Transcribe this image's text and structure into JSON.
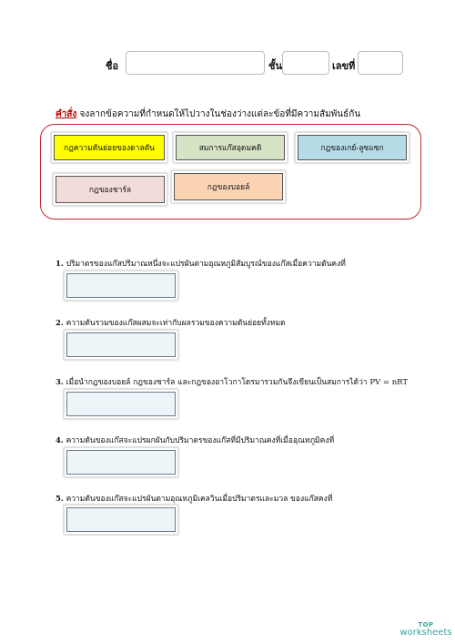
{
  "header": {
    "name_label": "ชื่อ",
    "class_label": "ชั้น",
    "number_label": "เลขที่",
    "name_value": "",
    "class_value": "",
    "number_value": ""
  },
  "instructions": {
    "keyword": "คำสั่ง",
    "text": "จงลากข้อความที่กำหนดให้ไปวางในช่องว่างแต่ละข้อที่มีความสัมพันธ์กัน"
  },
  "options": [
    {
      "label": "กฎความดันย่อยของดาลตัน",
      "color": "#ffff00"
    },
    {
      "label": "สมการแก๊สอุดมคติ",
      "color": "#d6e3c4"
    },
    {
      "label": "กฎของเกย์-ลูซแซก",
      "color": "#b4dbe6"
    },
    {
      "label": "กฎของชาร์ล",
      "color": "#f2dbdb"
    },
    {
      "label": "กฎของบอยล์",
      "color": "#fbd4b4"
    }
  ],
  "questions": [
    {
      "num": "1.",
      "text": "ปริมาตรของแก๊สปริมาณหนึ่งจะแปรผันตามอุณหภูมิสัมบูรณ์ของแก๊สเมื่อความดันคงที่"
    },
    {
      "num": "2.",
      "text": "ความดันรวมของแก๊สผสมจะเท่ากับผลรวมของความดันย่อยทั้งหมด"
    },
    {
      "num": "3.",
      "text": "เมื่อนำกฎของบอยล์ กฎของชาร์ล และกฎของอาโวกาโดรมารวมกันจึงเขียนเป็นสมการได้ว่า PV = nRT"
    },
    {
      "num": "4.",
      "text": "ความดันของแก๊สจะแปรผกผันกับปริมาตรของแก๊สที่มีปริมาณคงที่เมื่ออุณหภูมิคงที่"
    },
    {
      "num": "5.",
      "text": "ความดันของแก๊สจะแปรผันตามอุณหภูมิเคลวินเมื่อปริมาตรและมวล ของแก๊สคงที่"
    }
  ],
  "branding": {
    "top": "TOP",
    "bottom": "worksheets",
    "color": "#3aa39a"
  }
}
